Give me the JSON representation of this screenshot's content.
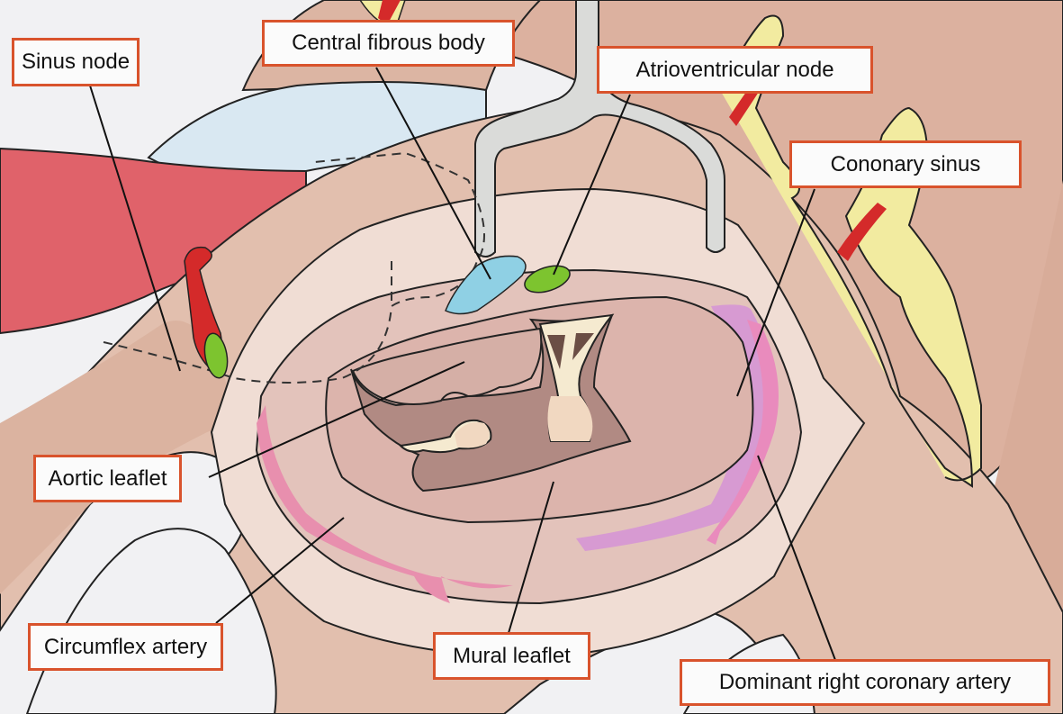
{
  "figure": {
    "labels": {
      "sinus_node": "Sinus node",
      "central_fibrous_body": "Central fibrous body",
      "atrioventricular_node": "Atrioventricular node",
      "coronary_sinus": "Cononary sinus",
      "aortic_leaflet": "Aortic leaflet",
      "circumflex_artery": "Circumflex artery",
      "mural_leaflet": "Mural leaflet",
      "dominant_right_coronary_artery": "Dominant right coronary artery"
    },
    "colors": {
      "label_border": "#d9532c",
      "tissue": "#e2bfae",
      "atrium_red": "#e0626a",
      "aorta_blue": "#d9e8f2",
      "node_green": "#7dc42f",
      "fibrous_body_blue": "#8fd0e4",
      "fat_yellow": "#f2eba0",
      "artery_red": "#d42a2a",
      "circumflex_pink": "#e88fae",
      "coronary_sinus_violet": "#d79ad2"
    }
  }
}
